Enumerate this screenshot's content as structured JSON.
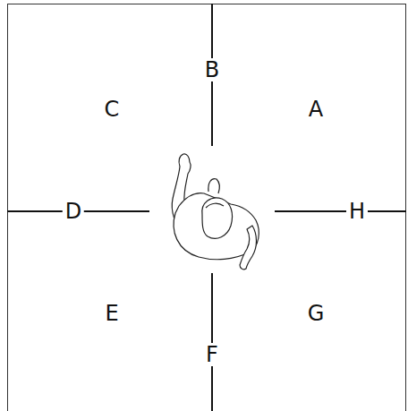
{
  "diagram": {
    "labels": [
      "B",
      "C",
      "A",
      "D",
      "H",
      "E",
      "G",
      "F"
    ]
  }
}
